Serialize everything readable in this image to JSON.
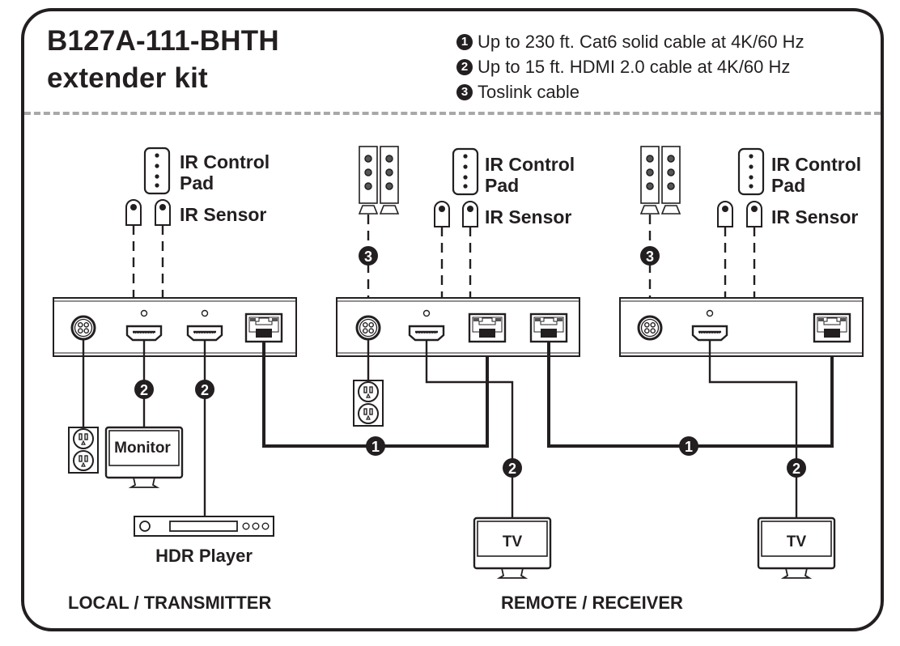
{
  "header": {
    "title_line1": "B127A-111-BHTH",
    "title_line2": "extender kit"
  },
  "legend": [
    {
      "number": "1",
      "text": "Up to 230 ft. Cat6 solid cable at 4K/60 Hz"
    },
    {
      "number": "2",
      "text": "Up to 15 ft. HDMI 2.0 cable at 4K/60 Hz"
    },
    {
      "number": "3",
      "text": "Toslink cable"
    }
  ],
  "labels": {
    "ir_control_pad_line1": "IR Control",
    "ir_control_pad_line2": "Pad",
    "ir_sensor": "IR Sensor",
    "monitor": "Monitor",
    "hdr_player": "HDR Player",
    "tv": "TV",
    "local_section": "LOCAL / TRANSMITTER",
    "remote_section": "REMOTE / RECEIVER"
  },
  "badges": {
    "cat6": "1",
    "hdmi": "2",
    "toslink": "3"
  },
  "units": [
    {
      "name": "transmitter",
      "ports": [
        "power-din",
        "hdmi-out-led",
        "hdmi-in",
        "rj45"
      ]
    },
    {
      "name": "receiver-1",
      "ports": [
        "power-din",
        "hdmi-out",
        "rj45-in",
        "rj45-out"
      ]
    },
    {
      "name": "receiver-2",
      "ports": [
        "power-din",
        "hdmi-out",
        "rj45-in"
      ]
    }
  ],
  "colors": {
    "ink": "#231f20",
    "divider": "#a8a8a8",
    "background": "#ffffff"
  }
}
